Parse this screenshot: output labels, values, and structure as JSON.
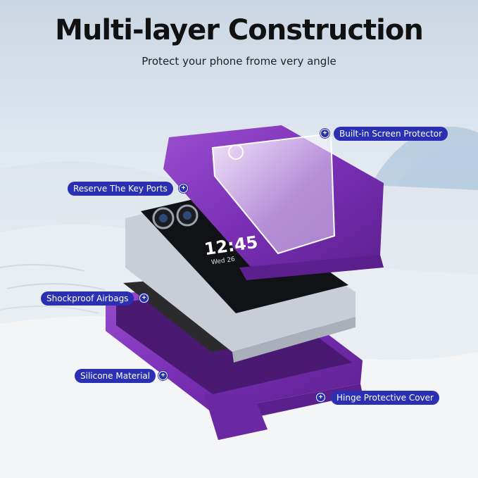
{
  "header": {
    "title": "Multi-layer Construction",
    "subtitle": "Protect your phone frome very angle"
  },
  "callouts": {
    "screen_protector": "Built-in Screen Protector",
    "key_ports": "Reserve The Key Ports",
    "airbags": "Shockproof Airbags",
    "silicone": "Silicone Material",
    "hinge": "Hinge Protective Cover"
  },
  "phone_screen": {
    "time": "12:45",
    "date": "Wed 26"
  },
  "colors": {
    "case_purple": "#7a2fb5",
    "callout_blue": "#2a2fb4"
  }
}
